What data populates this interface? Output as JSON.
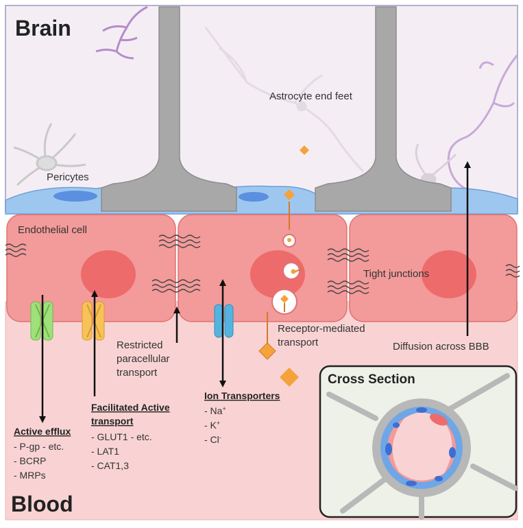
{
  "regions": {
    "brain": "Brain",
    "blood": "Blood"
  },
  "labels": {
    "astrocyte_end_feet": "Astrocyte end feet",
    "pericytes": "Pericytes",
    "endothelial_cell": "Endothelial cell",
    "tight_junctions": "Tight junctions",
    "restricted_paracellular_transport": [
      "Restricted",
      "paracellular",
      "transport"
    ],
    "receptor_mediated_transport": [
      "Receptor-mediated",
      "transport"
    ],
    "diffusion_across_bbb": "Diffusion across BBB",
    "cross_section": "Cross Section"
  },
  "transporters": {
    "active_efflux": {
      "title": "Active efflux",
      "items": [
        "- P-gp  - etc.",
        "- BCRP",
        "- MRPs"
      ]
    },
    "facilitated_active": {
      "title": [
        "Facilitated Active",
        "transport"
      ],
      "items": [
        "- GLUT1  - etc.",
        "- LAT1",
        "- CAT1,3"
      ]
    },
    "ion_transporters": {
      "title": "Ion Transporters",
      "items": [
        {
          "base": "- Na",
          "sup": "+"
        },
        {
          "base": "- K",
          "sup": "+"
        },
        {
          "base": "- Cl",
          "sup": "-"
        }
      ]
    }
  },
  "colors": {
    "brain_bg": "#f4eef4",
    "blood_bg": "#f9d3d3",
    "endothelial": "#f39a9a",
    "nucleus": "#ee6b6b",
    "pericyte": "#9ec7f0",
    "astrocyte": "#a8a8a8",
    "efflux_pump": "#9ee07a",
    "facilitated_pump": "#f7c25a",
    "ion_channel": "#54b4e0",
    "molecule": "#f5a23a"
  }
}
